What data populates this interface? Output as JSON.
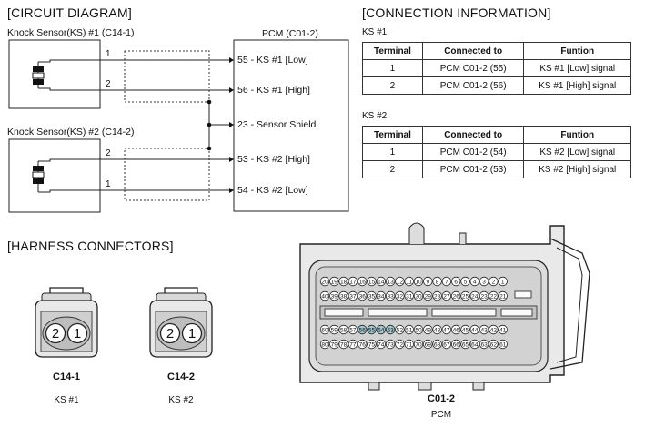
{
  "circuit": {
    "title": "[CIRCUIT DIAGRAM]",
    "ks1_label": "Knock Sensor(KS) #1 (C14-1)",
    "ks2_label": "Knock Sensor(KS) #2 (C14-2)",
    "pcm_label": "PCM (C01-2)",
    "ks1_pins": [
      "1",
      "2"
    ],
    "ks2_pins": [
      "2",
      "1"
    ],
    "pcm_pins": [
      "55 - KS #1 [Low]",
      "56 - KS #1 [High]",
      "23 - Sensor Shield",
      "53 - KS #2 [High]",
      "54 - KS #2 [Low]"
    ]
  },
  "connection": {
    "title": "[CONNECTION INFORMATION]",
    "tables": [
      {
        "caption": "KS #1",
        "headers": [
          "Terminal",
          "Connected to",
          "Funtion"
        ],
        "rows": [
          [
            "1",
            "PCM C01-2 (55)",
            "KS #1 [Low] signal"
          ],
          [
            "2",
            "PCM C01-2 (56)",
            "KS #1 [High] signal"
          ]
        ]
      },
      {
        "caption": "KS #2",
        "headers": [
          "Terminal",
          "Connected to",
          "Funtion"
        ],
        "rows": [
          [
            "1",
            "PCM C01-2 (54)",
            "KS #2 [Low] signal"
          ],
          [
            "2",
            "PCM C01-2 (53)",
            "KS #2 [High] signal"
          ]
        ]
      }
    ]
  },
  "harness": {
    "title": "[HARNESS CONNECTORS]",
    "connectors": [
      {
        "name": "C14-1",
        "desc": "KS #1",
        "pins": [
          "2",
          "1"
        ]
      },
      {
        "name": "C14-2",
        "desc": "KS #2",
        "pins": [
          "2",
          "1"
        ]
      }
    ],
    "pcm": {
      "name": "C01-2",
      "desc": "PCM",
      "rows": [
        [
          "20",
          "19",
          "18",
          "17",
          "16",
          "15",
          "14",
          "13",
          "12",
          "11",
          "10",
          "9",
          "8",
          "7",
          "6",
          "5",
          "4",
          "3",
          "2",
          "1"
        ],
        [
          "40",
          "39",
          "38",
          "37",
          "36",
          "35",
          "34",
          "33",
          "32",
          "31",
          "30",
          "29",
          "28",
          "27",
          "26",
          "25",
          "24",
          "23",
          "22",
          "21"
        ],
        [
          "60",
          "59",
          "58",
          "57",
          "56",
          "55",
          "54",
          "53",
          "52",
          "51",
          "50",
          "49",
          "48",
          "47",
          "46",
          "45",
          "44",
          "43",
          "42",
          "41"
        ],
        [
          "80",
          "79",
          "78",
          "77",
          "76",
          "75",
          "74",
          "73",
          "72",
          "71",
          "70",
          "69",
          "68",
          "67",
          "66",
          "65",
          "64",
          "63",
          "62",
          "61"
        ]
      ],
      "highlighted_pins": [
        "56",
        "55",
        "54",
        "53"
      ],
      "highlight_color": "#9fc7d0"
    }
  }
}
